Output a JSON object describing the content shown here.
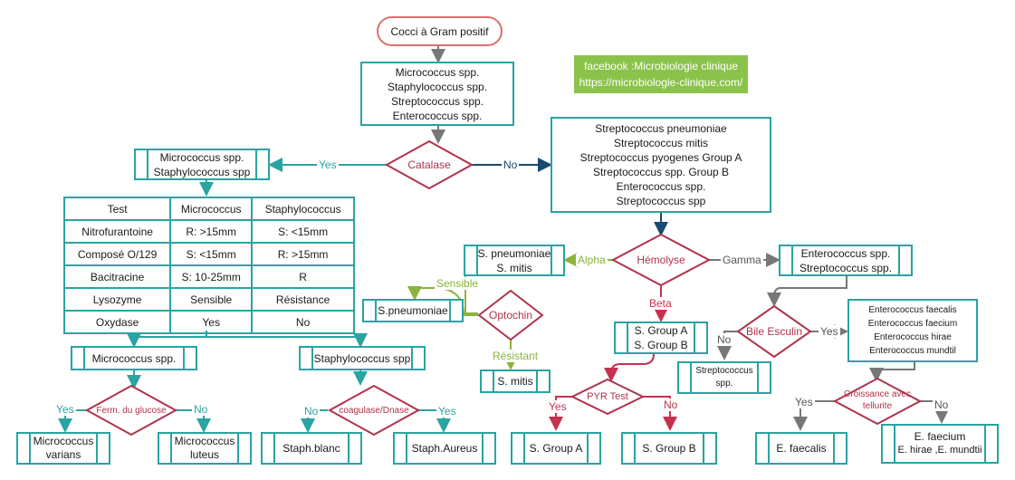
{
  "start": "Cocci à  Gram positif",
  "facebook": {
    "line1": "facebook :Microbiologie clinique",
    "line2": "https://microbiologie-clinique.com/"
  },
  "top_box": [
    "Micrococcus spp.",
    "Staphylococcus spp.",
    "Streptococcus spp.",
    "Enterococcus spp."
  ],
  "catalase": "Catalase",
  "yes": "Yes",
  "no": "No",
  "left_box": [
    "Micrococcus spp.",
    "Staphylococcus spp"
  ],
  "right_box": [
    "Streptococcus pneumoniae",
    "Streptococcus mitis",
    "Streptococcus pyogenes Group A",
    "Streptococcus spp. Group B",
    "Enterococcus spp.",
    "Streptococcus spp"
  ],
  "table": {
    "headers": [
      "Test",
      "Micrococcus",
      "Staphylococcus"
    ],
    "rows": [
      [
        "Nitrofurantoine",
        "R: >15mm",
        "S: <15mm"
      ],
      [
        "Composé O/129",
        "S: <15mm",
        "R: >15mm"
      ],
      [
        "Bacitracine",
        "S: 10-25mm",
        "R"
      ],
      [
        "Lysozyme",
        "Sensible",
        "Résistance"
      ],
      [
        "Oxydase",
        "Yes",
        "No"
      ]
    ]
  },
  "micrococcus_box": "Micrococcus spp.",
  "staph_box": "Staphylococcus spp",
  "ferm": "Ferm. du glucose",
  "coag": "coagulase/Dnase",
  "micro_varians": [
    "Micrococcus",
    "varians"
  ],
  "micro_luteus": [
    "Micrococcus",
    "luteus"
  ],
  "staph_blanc": "Staph.blanc",
  "staph_aureus": "Staph.Aureus",
  "hemolyse": "Hémolyse",
  "alpha": "Alpha",
  "beta": "Beta",
  "gamma": "Gamma",
  "alpha_box": [
    "S. pneumoniae",
    "S. mitis"
  ],
  "optochin": "Optochin",
  "sensible": "Sensible",
  "resistant": "Résistant",
  "s_pneumoniae": "S.pneumoniae",
  "s_mitis": "S. mitis",
  "beta_box": [
    "S. Group A",
    "S. Group B"
  ],
  "pyr": "PYR Test",
  "s_group_a": "S. Group A",
  "s_group_b": "S. Group B",
  "gamma_box": [
    "Enterococcus spp.",
    "Streptococcus spp."
  ],
  "bile": "Bile Esculin",
  "strepto_spp": [
    "Streptococcus",
    "spp."
  ],
  "entero_list": [
    "Enterococcus faecalis",
    "Enterococcus faecium",
    "Enterococcus hirae",
    "Enterococcus mundtil"
  ],
  "croissance": [
    "Croissance avec",
    "tellurite"
  ],
  "e_faecalis": "E. faecalis",
  "e_faecium": [
    "E. faecium",
    "E. hirae ,E. mundtii"
  ],
  "colors": {
    "teal": "#2aa3a3",
    "green": "#8bc34a",
    "red": "#c7304e",
    "grey": "#777777",
    "navy": "#1a4a6e",
    "start_border": "#d9706c"
  }
}
